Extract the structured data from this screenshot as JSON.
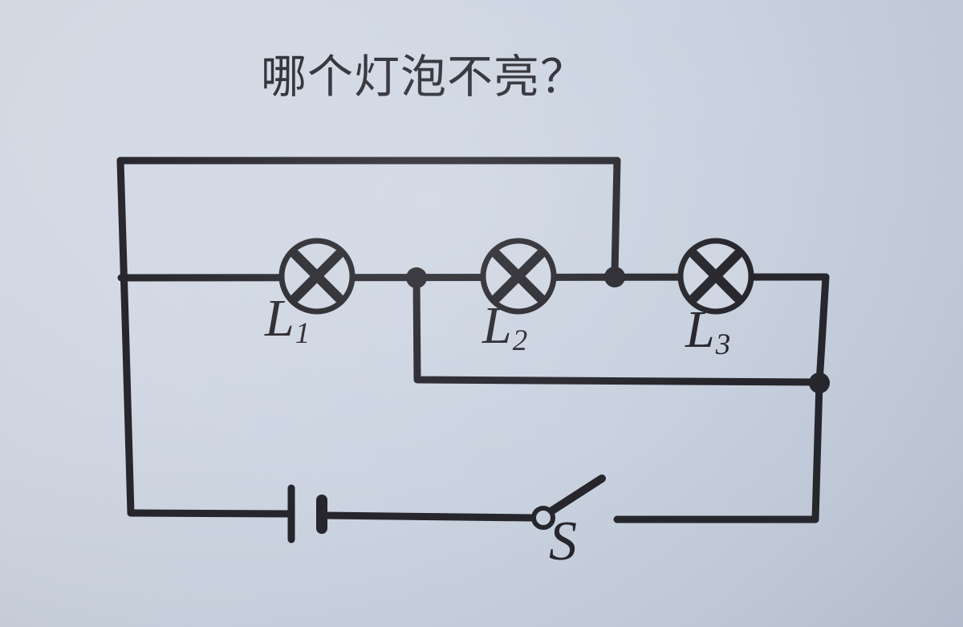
{
  "page": {
    "title": "哪个灯泡不亮？",
    "background_top_color": "#d8dde7",
    "background_bottom_color": "#c2cbda",
    "ink_color": "#26262c"
  },
  "circuit": {
    "bulbs": [
      {
        "id": "L1",
        "letter": "L",
        "subscript": "1"
      },
      {
        "id": "L2",
        "letter": "L",
        "subscript": "2"
      },
      {
        "id": "L3",
        "letter": "L",
        "subscript": "3"
      }
    ],
    "switch": {
      "label": "S",
      "state": "open"
    },
    "battery": {
      "cells": 1
    },
    "junction_dot_count": 3
  }
}
